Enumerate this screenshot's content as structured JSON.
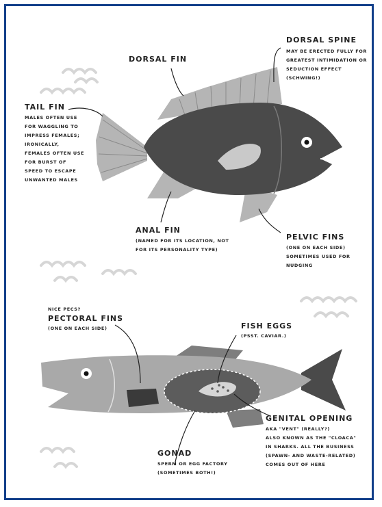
{
  "labels": {
    "dorsal_fin": "DORSAL FIN",
    "dorsal_spine": {
      "title": "DORSAL SPINE",
      "lines": [
        "MAY BE ERECTED FULLY FOR",
        "GREATEST INTIMIDATION OR",
        "SEDUCTION EFFECT",
        "(SCHWING!)"
      ]
    },
    "tail_fin": {
      "title": "TAIL FIN",
      "lines": [
        "MALES OFTEN USE",
        "FOR WAGGLING TO",
        "IMPRESS FEMALES;",
        "IRONICALLY,",
        "FEMALES OFTEN USE",
        "FOR BURST OF",
        "SPEED TO ESCAPE",
        "UNWANTED MALES"
      ]
    },
    "anal_fin": {
      "title": "ANAL FIN",
      "lines": [
        "(NAMED FOR ITS LOCATION, NOT",
        "FOR ITS PERSONALITY TYPE)"
      ]
    },
    "pelvic_fins": {
      "title": "PELVIC FINS",
      "lines": [
        "(ONE ON EACH SIDE)",
        "SOMETIMES USED FOR",
        "NUDGING"
      ]
    },
    "pectoral_fins": {
      "pre": "NICE PECS?",
      "title": "PECTORAL FINS",
      "lines": [
        "(ONE ON EACH SIDE)"
      ]
    },
    "fish_eggs": {
      "title": "FISH EGGS",
      "lines": [
        "(PSST. CAVIAR.)"
      ]
    },
    "genital_opening": {
      "title": "GENITAL OPENING",
      "lines": [
        "AKA \"VENT\" (REALLY?)",
        "ALSO KNOWN AS THE \"CLOACA\"",
        "IN SHARKS. ALL THE BUSINESS",
        "(SPAWN- AND WASTE-RELATED)",
        "COMES OUT OF HERE"
      ]
    },
    "gonad": {
      "title": "GONAD",
      "lines": [
        "SPERM OR EGG FACTORY",
        "(SOMETIMES BOTH!)"
      ]
    }
  },
  "colors": {
    "frame": "#123f8a",
    "body_dark": "#4a4a4a",
    "body_light": "#a9a9a9",
    "fin": "#b5b5b5",
    "line": "#222222"
  }
}
